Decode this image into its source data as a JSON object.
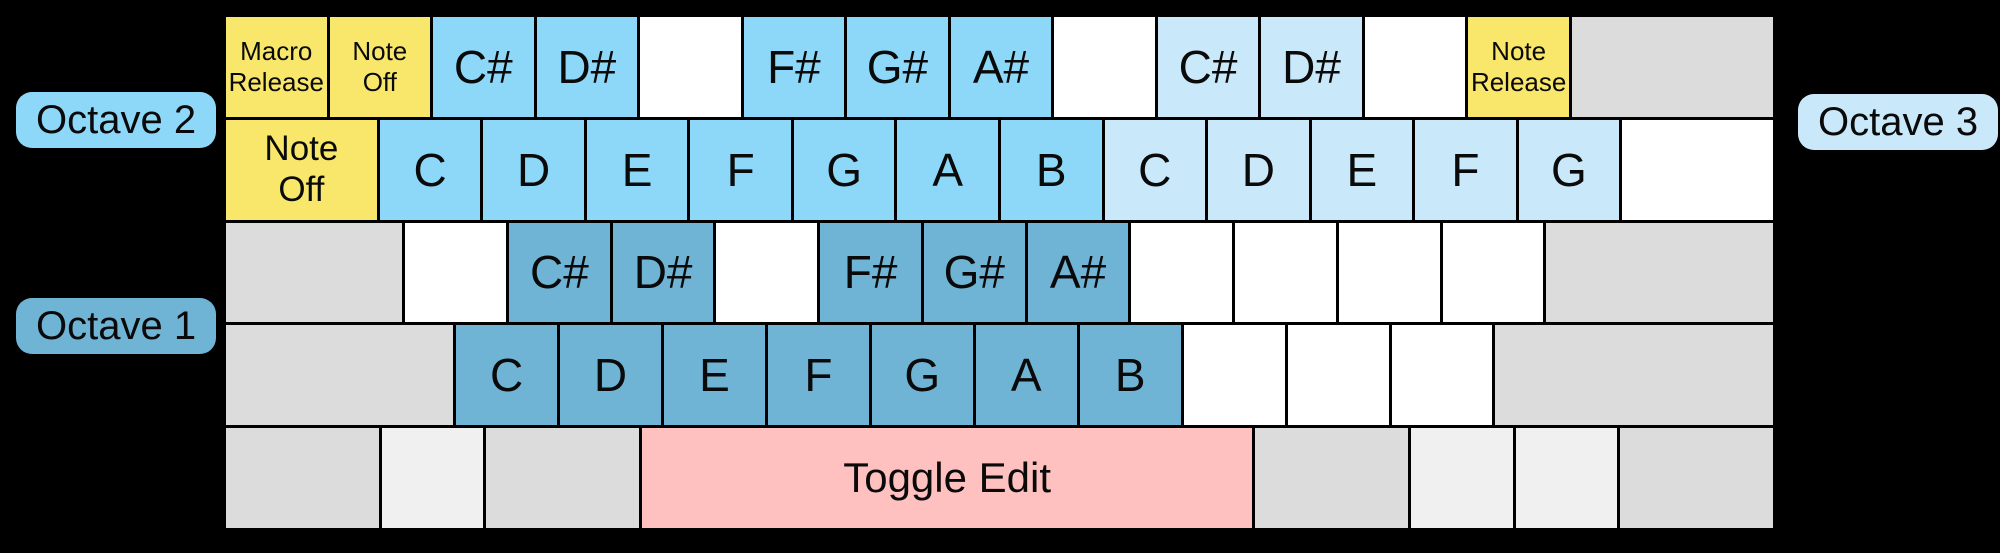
{
  "octave_labels": {
    "octave2": "Octave 2",
    "octave1": "Octave 1",
    "octave3": "Octave 3"
  },
  "colors": {
    "octave1": "#6FB3D5",
    "octave2": "#8DD8F8",
    "octave3": "#C9E9FB",
    "yellow": "#F8E76A",
    "pink": "#FFC0C0",
    "gray": "#DCDCDC",
    "lightgray": "#F0F0F0",
    "white": "#FFFFFF",
    "background": "#000000"
  },
  "keyboard": {
    "rows": [
      {
        "keys": [
          {
            "label": "Macro\nRelease",
            "color": "yellow",
            "w": 1,
            "size": "small"
          },
          {
            "label": "Note\nOff",
            "color": "yellow",
            "w": 1,
            "size": "small"
          },
          {
            "label": "C#",
            "color": "octave2",
            "w": 1
          },
          {
            "label": "D#",
            "color": "octave2",
            "w": 1
          },
          {
            "label": "",
            "color": "white",
            "w": 1
          },
          {
            "label": "F#",
            "color": "octave2",
            "w": 1
          },
          {
            "label": "G#",
            "color": "octave2",
            "w": 1
          },
          {
            "label": "A#",
            "color": "octave2",
            "w": 1
          },
          {
            "label": "",
            "color": "white",
            "w": 1
          },
          {
            "label": "C#",
            "color": "octave3",
            "w": 1
          },
          {
            "label": "D#",
            "color": "octave3",
            "w": 1
          },
          {
            "label": "",
            "color": "white",
            "w": 1
          },
          {
            "label": "Note\nRelease",
            "color": "yellow",
            "w": 1,
            "size": "small"
          },
          {
            "label": "",
            "color": "gray",
            "w": 2
          }
        ]
      },
      {
        "keys": [
          {
            "label": "Note\nOff",
            "color": "yellow",
            "w": 1.5,
            "size": "medium"
          },
          {
            "label": "C",
            "color": "octave2",
            "w": 1
          },
          {
            "label": "D",
            "color": "octave2",
            "w": 1
          },
          {
            "label": "E",
            "color": "octave2",
            "w": 1
          },
          {
            "label": "F",
            "color": "octave2",
            "w": 1
          },
          {
            "label": "G",
            "color": "octave2",
            "w": 1
          },
          {
            "label": "A",
            "color": "octave2",
            "w": 1
          },
          {
            "label": "B",
            "color": "octave2",
            "w": 1
          },
          {
            "label": "C",
            "color": "octave3",
            "w": 1
          },
          {
            "label": "D",
            "color": "octave3",
            "w": 1
          },
          {
            "label": "E",
            "color": "octave3",
            "w": 1
          },
          {
            "label": "F",
            "color": "octave3",
            "w": 1
          },
          {
            "label": "G",
            "color": "octave3",
            "w": 1
          },
          {
            "label": "",
            "color": "white",
            "w": 1.5
          }
        ]
      },
      {
        "keys": [
          {
            "label": "",
            "color": "gray",
            "w": 1.75
          },
          {
            "label": "",
            "color": "white",
            "w": 1
          },
          {
            "label": "C#",
            "color": "octave1",
            "w": 1
          },
          {
            "label": "D#",
            "color": "octave1",
            "w": 1
          },
          {
            "label": "",
            "color": "white",
            "w": 1
          },
          {
            "label": "F#",
            "color": "octave1",
            "w": 1
          },
          {
            "label": "G#",
            "color": "octave1",
            "w": 1
          },
          {
            "label": "A#",
            "color": "octave1",
            "w": 1
          },
          {
            "label": "",
            "color": "white",
            "w": 1
          },
          {
            "label": "",
            "color": "white",
            "w": 1
          },
          {
            "label": "",
            "color": "white",
            "w": 1
          },
          {
            "label": "",
            "color": "white",
            "w": 1
          },
          {
            "label": "",
            "color": "gray",
            "w": 2.25
          }
        ]
      },
      {
        "keys": [
          {
            "label": "",
            "color": "gray",
            "w": 2.25
          },
          {
            "label": "C",
            "color": "octave1",
            "w": 1
          },
          {
            "label": "D",
            "color": "octave1",
            "w": 1
          },
          {
            "label": "E",
            "color": "octave1",
            "w": 1
          },
          {
            "label": "F",
            "color": "octave1",
            "w": 1
          },
          {
            "label": "G",
            "color": "octave1",
            "w": 1
          },
          {
            "label": "A",
            "color": "octave1",
            "w": 1
          },
          {
            "label": "B",
            "color": "octave1",
            "w": 1
          },
          {
            "label": "",
            "color": "white",
            "w": 1
          },
          {
            "label": "",
            "color": "white",
            "w": 1
          },
          {
            "label": "",
            "color": "white",
            "w": 1
          },
          {
            "label": "",
            "color": "gray",
            "w": 2.75
          }
        ]
      },
      {
        "keys": [
          {
            "label": "",
            "color": "gray",
            "w": 1.5
          },
          {
            "label": "",
            "color": "lightgray",
            "w": 1
          },
          {
            "label": "",
            "color": "gray",
            "w": 1.5
          },
          {
            "label": "Toggle Edit",
            "color": "pink",
            "w": 6,
            "size": "toggle"
          },
          {
            "label": "",
            "color": "gray",
            "w": 1.5
          },
          {
            "label": "",
            "color": "lightgray",
            "w": 1
          },
          {
            "label": "",
            "color": "lightgray",
            "w": 1
          },
          {
            "label": "",
            "color": "gray",
            "w": 1.5
          }
        ]
      }
    ]
  }
}
